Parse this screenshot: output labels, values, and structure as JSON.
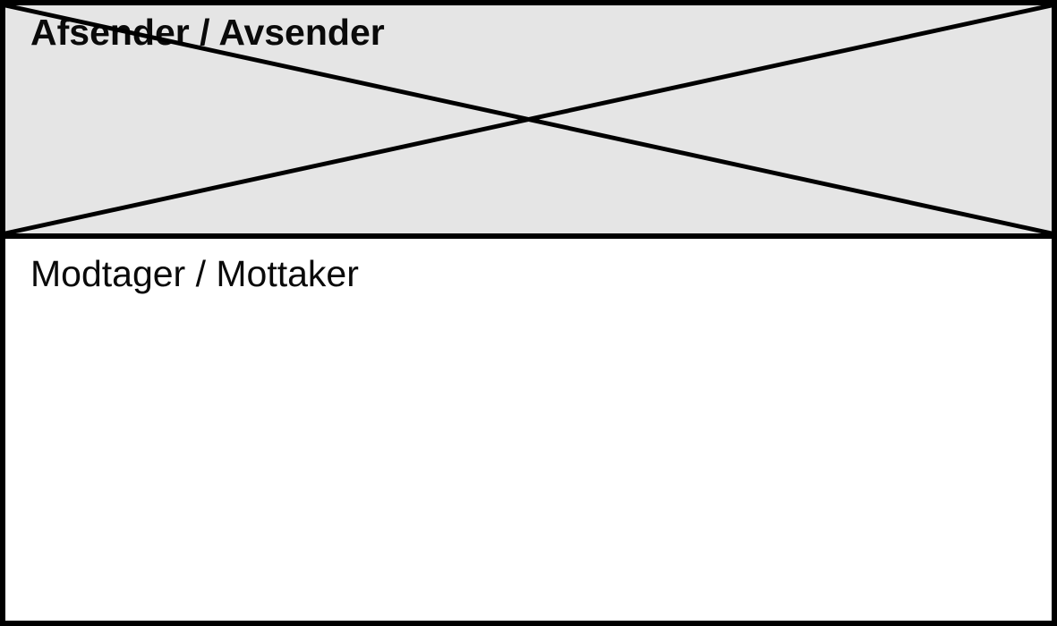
{
  "document": {
    "type": "shipping-label-form",
    "sender": {
      "label": "Afsender / Avsender",
      "crossed_out": true
    },
    "recipient": {
      "label": "Modtager / Mottaker",
      "value": ""
    }
  },
  "colors": {
    "border": "#000000",
    "sender_background": "#e5e5e5",
    "recipient_background": "#ffffff",
    "text": "#0a0a0a",
    "cross_stroke": "#000000"
  }
}
